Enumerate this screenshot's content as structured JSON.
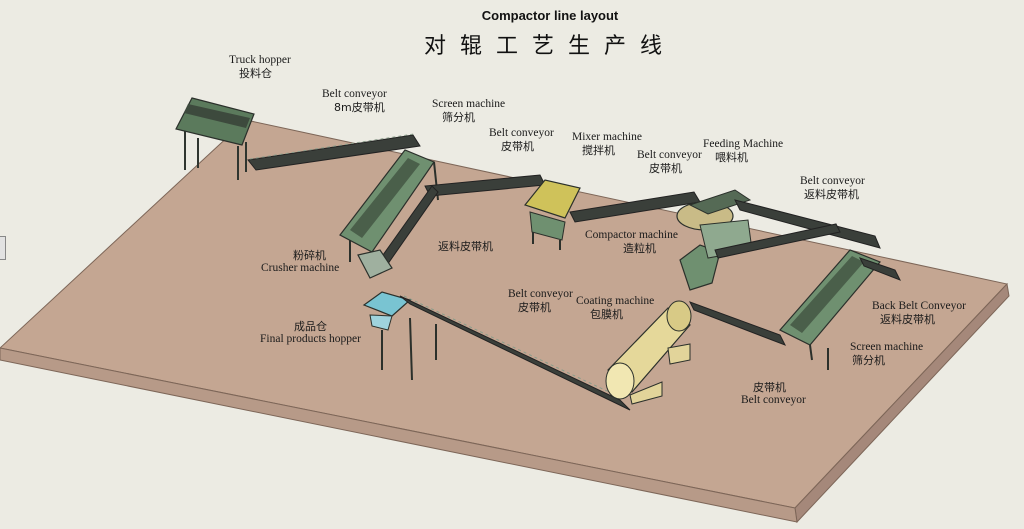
{
  "title": {
    "en": "Compactor line layout",
    "cn": "对辊工艺生产线"
  },
  "labels": {
    "truck_hopper": {
      "en": "Truck hopper",
      "cn": "投料仓"
    },
    "belt_conveyor_8m": {
      "en": "Belt conveyor",
      "cn": "8m皮带机"
    },
    "screen_machine_1": {
      "en": "Screen machine",
      "cn": "筛分机"
    },
    "belt_conveyor_2": {
      "en": "Belt conveyor",
      "cn": "皮带机"
    },
    "mixer_machine": {
      "en": "Mixer machine",
      "cn": "搅拌机"
    },
    "belt_conveyor_3": {
      "en": "Belt conveyor",
      "cn": "皮带机"
    },
    "feeding_machine": {
      "en": "Feeding Machine",
      "cn": "喂料机"
    },
    "return_belt_upper": {
      "en": "Belt conveyor",
      "cn": "返料皮带机"
    },
    "compactor_machine": {
      "en": "Compactor machine",
      "cn": "造粒机"
    },
    "return_belt_left": {
      "cn": "返料皮带机"
    },
    "crusher_machine": {
      "en": "Crusher machine",
      "cn": "粉碎机"
    },
    "final_products_hopper": {
      "en": "Final products hopper",
      "cn": "成品仓"
    },
    "belt_conveyor_4": {
      "en": "Belt conveyor",
      "cn": "皮带机"
    },
    "coating_machine": {
      "en": "Coating machine",
      "cn": "包膜机"
    },
    "back_belt_conveyor": {
      "en": "Back Belt Conveyor",
      "cn": "返料皮带机"
    },
    "screen_machine_2": {
      "en": "Screen machine",
      "cn": "筛分机"
    },
    "belt_conveyor_5": {
      "en": "Belt conveyor",
      "cn": "皮带机"
    }
  },
  "colors": {
    "background": "#ecebe3",
    "floor_top": "#c4a692",
    "floor_side": "#a5887a",
    "machine_green": "#6f9070",
    "machine_dark": "#343a34",
    "coating_yellow": "#e5d89a",
    "hopper_cyan": "#79c4d2",
    "mixer_yellow": "#cfc25a"
  }
}
